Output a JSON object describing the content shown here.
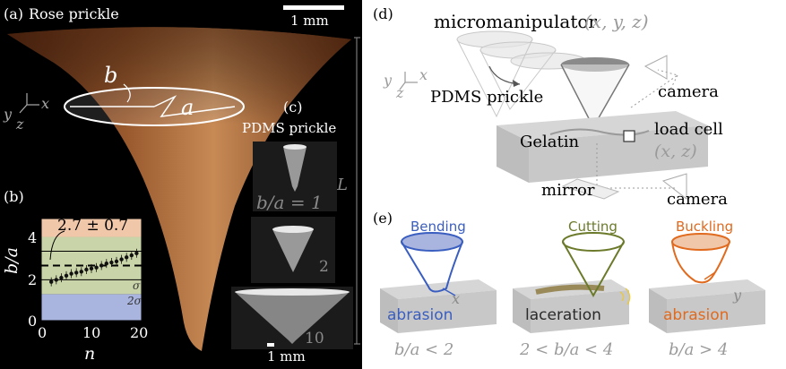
{
  "panel_a": {
    "label": "(a)",
    "title": "Rose prickle",
    "scale_bar": "1 mm",
    "var_b": "b",
    "var_a": "a",
    "var_L": "L",
    "axis_x": "x",
    "axis_y": "y",
    "axis_z": "z"
  },
  "panel_b": {
    "label": "(b)",
    "annotation": "2.7 ± 0.7",
    "sigma_label": "σ",
    "two_sigma_label": "2σ"
  },
  "panel_c": {
    "label": "(c)",
    "title": "PDMS prickle",
    "ratio_label": "b/a = 1",
    "label_2": "2",
    "label_10": "10",
    "scale_bar": "1 mm"
  },
  "panel_d": {
    "label": "(d)",
    "micromanipulator": "micromanipulator",
    "coords_xyz": "(x, y, z)",
    "pdms_prickle": "PDMS prickle",
    "camera_top": "camera",
    "gelatin": "Gelatin",
    "load_cell": "load cell",
    "coords_xz": "(x, z)",
    "mirror": "mirror",
    "camera_bottom": "camera",
    "axis_x": "x",
    "axis_y": "y",
    "axis_z": "z"
  },
  "panel_e": {
    "label": "(e)",
    "modes": [
      {
        "title": "Bending",
        "result": "abrasion",
        "regime": "b/a < 2",
        "color": "#3a5ec0"
      },
      {
        "title": "Cutting",
        "result": "laceration",
        "regime": "2 < b/a < 4",
        "color": "#6b7a2a"
      },
      {
        "title": "Buckling",
        "result": "abrasion",
        "regime": "b/a > 4",
        "color": "#e06a1e"
      }
    ],
    "axis_x": "x",
    "axis_y": "y"
  },
  "chart_data": {
    "type": "scatter",
    "xlabel": "n",
    "ylabel": "b/a",
    "xlim": [
      0,
      20
    ],
    "ylim": [
      0,
      5
    ],
    "xticks": [
      "0",
      "10",
      "20"
    ],
    "yticks": [
      "0",
      "2",
      "4"
    ],
    "mean": 2.7,
    "sigma": 0.7,
    "series": [
      {
        "x": [
          2,
          3,
          4,
          5,
          6,
          7,
          8,
          9,
          10,
          11,
          12,
          13,
          14,
          15,
          16,
          17,
          18,
          19
        ],
        "values": [
          1.9,
          2.0,
          2.1,
          2.2,
          2.3,
          2.35,
          2.4,
          2.5,
          2.55,
          2.6,
          2.7,
          2.8,
          2.85,
          2.9,
          3.0,
          3.1,
          3.2,
          3.3
        ]
      }
    ],
    "grid": false,
    "colors": {
      "band_2sigma": "#a9b5df",
      "band_sigma": "#c9d4a8",
      "band_top": "#f1c7aa"
    }
  }
}
